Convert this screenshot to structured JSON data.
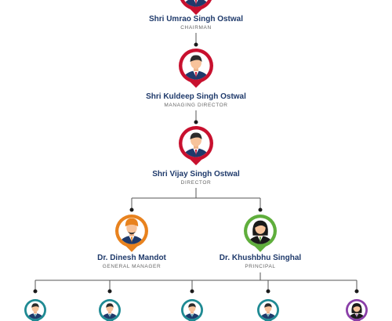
{
  "colors": {
    "line": "#555555",
    "dot": "#1a1a1a",
    "crimson": "#c8102e",
    "orange": "#e8821e",
    "green": "#5fae3c",
    "teal": "#1f8a93",
    "purple": "#8a3fa8",
    "name_text": "#1f3a6b",
    "title_text": "#666666"
  },
  "people": [
    {
      "name": "Shri Umrao Singh Ostwal",
      "title": "CHAIRMAN",
      "ring": "crimson",
      "avatar": "man-suit-icon"
    },
    {
      "name": "Shri Kuldeep Singh Ostwal",
      "title": "MANAGING DIRECTOR",
      "ring": "crimson",
      "avatar": "man-suit-icon"
    },
    {
      "name": "Shri Vijay Singh Ostwal",
      "title": "DIRECTOR",
      "ring": "crimson",
      "avatar": "man-suit-icon"
    },
    {
      "name": "Dr. Dinesh Mandot",
      "title": "GENERAL MANAGER",
      "ring": "orange",
      "avatar": "man-turban-icon"
    },
    {
      "name": "Dr. Khushbhu Singhal",
      "title": "PRINCIPAL",
      "ring": "green",
      "avatar": "woman-icon"
    }
  ],
  "staff_row": [
    {
      "ring": "teal",
      "avatar": "man-suit-icon"
    },
    {
      "ring": "teal",
      "avatar": "man-suit-icon"
    },
    {
      "ring": "teal",
      "avatar": "man-suit-icon"
    },
    {
      "ring": "teal",
      "avatar": "man-suit-icon"
    },
    {
      "ring": "purple",
      "avatar": "woman-icon"
    }
  ]
}
